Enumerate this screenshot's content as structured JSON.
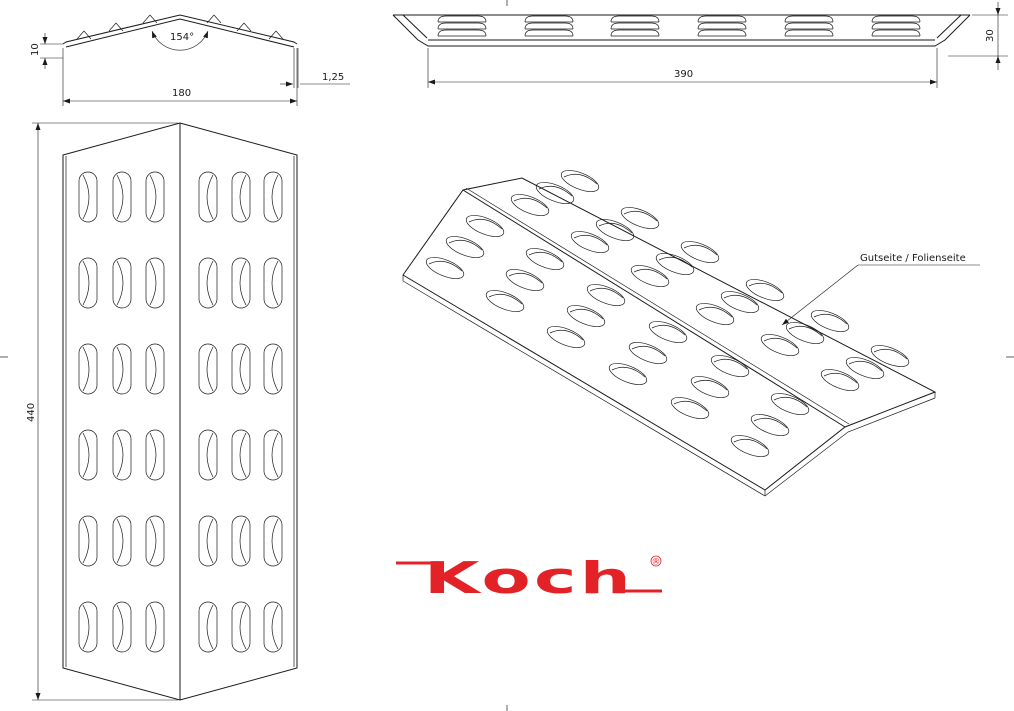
{
  "dimensions": {
    "d10": "10",
    "d154": "154°",
    "d1_25": "1,25",
    "d180": "180",
    "d390": "390",
    "d30": "30",
    "d440": "440"
  },
  "label": "Gutseite / Folienseite",
  "logo": {
    "text": "Koch",
    "registered": "®",
    "color": "#e32227"
  }
}
